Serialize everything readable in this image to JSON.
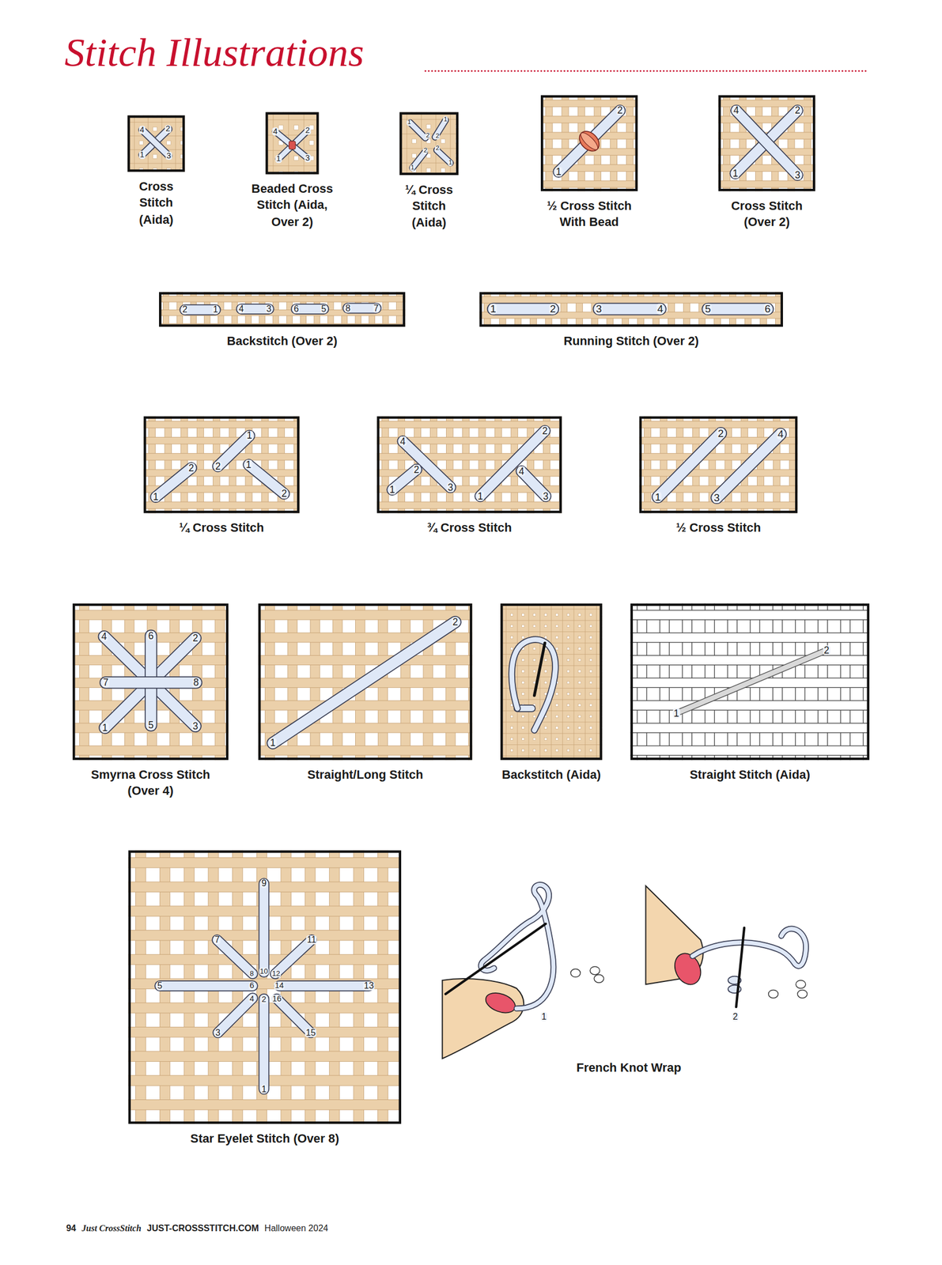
{
  "diagram": {
    "title": "Stitch Illustrations",
    "nodes": [
      {
        "text": [
          "Cross Stitch (Aida)"
        ]
      },
      {
        "text": [
          "Beaded Cross Stitch (Aida, Over 2)"
        ]
      },
      {
        "text": [
          "¼ Cross Stitch (Aida)"
        ]
      },
      {
        "text": [
          "½ Cross Stitch With Bead"
        ]
      },
      {
        "text": [
          "Cross Stitch (Over 2)"
        ]
      },
      {
        "text": [
          "Backstitch (Over 2)"
        ]
      },
      {
        "text": [
          "Running Stitch (Over 2)"
        ]
      },
      {
        "text": [
          "¼ Cross Stitch"
        ]
      },
      {
        "text": [
          "¾ Cross Stitch"
        ]
      },
      {
        "text": [
          "½ Cross Stitch"
        ]
      },
      {
        "text": [
          "Smyrna Cross Stitch (Over 4)"
        ]
      },
      {
        "text": [
          "Straight/Long Stitch"
        ]
      },
      {
        "text": [
          "Backstitch (Aida)"
        ]
      },
      {
        "text": [
          "Straight Stitch (Aida)"
        ]
      },
      {
        "text": [
          "Star Eyelet Stitch (Over 8)"
        ]
      }
    ],
    "labels": [
      "4",
      "2",
      "1",
      "3",
      "4",
      "2",
      "1",
      "3",
      "1",
      "1",
      "2",
      "2",
      "2",
      "2",
      "1",
      "1",
      "2",
      "1",
      "4",
      "2",
      "1",
      "3",
      "2",
      "1",
      "4",
      "3",
      "6",
      "5",
      "8",
      "7",
      "1",
      "2",
      "3",
      "4",
      "5",
      "6",
      "1",
      "2",
      "2",
      "1",
      "1",
      "2",
      "2",
      "4",
      "2",
      "4",
      "1",
      "3",
      "1",
      "3",
      "2",
      "4",
      "1",
      "3",
      "4",
      "6",
      "2",
      "7",
      "8",
      "1",
      "5",
      "3",
      "2",
      "1",
      "2",
      "1",
      "9",
      "7",
      "11",
      "8",
      "10",
      "12",
      "5",
      "6",
      "14",
      "13",
      "4",
      "2",
      "16",
      "3",
      "15",
      "1",
      "1",
      "2",
      "French Knot Wrap",
      "94",
      "Just CrossStitch",
      "JUST-CROSSSTITCH.COM",
      "Halloween 2024"
    ]
  }
}
